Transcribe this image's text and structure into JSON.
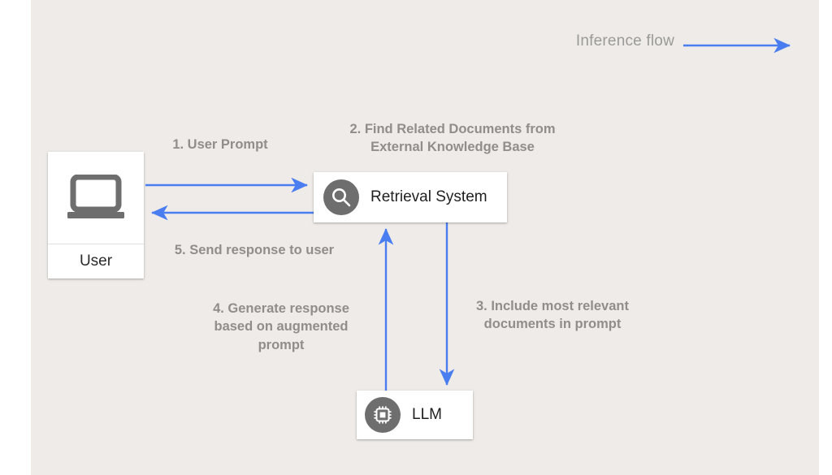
{
  "canvas": {
    "background_color": "#efebe8",
    "page_background_color": "#ffffff"
  },
  "legend": {
    "label": "Inference flow",
    "arrow_color": "#4a7ef0",
    "arrow_name": "inference-flow-arrow"
  },
  "nodes": {
    "user": {
      "label": "User",
      "icon": "laptop-icon",
      "icon_color": "#6e6e6e"
    },
    "retrieval": {
      "label": "Retrieval System",
      "icon": "search-icon",
      "icon_circle_color": "#6e6e6e"
    },
    "llm": {
      "label": "LLM",
      "icon": "chip-icon",
      "icon_circle_color": "#6e6e6e"
    }
  },
  "steps": [
    {
      "id": "step1",
      "text": "1. User Prompt",
      "from": "user",
      "to": "retrieval"
    },
    {
      "id": "step2",
      "text": "2. Find Related Documents  from\nExternal Knowledge Base",
      "from": "retrieval",
      "to": "external-knowledge-base"
    },
    {
      "id": "step3",
      "text": "3. Include most relevant\ndocuments in prompt",
      "from": "retrieval",
      "to": "llm"
    },
    {
      "id": "step4",
      "text": "4. Generate response\nbased on augmented\nprompt",
      "from": "llm",
      "to": "retrieval"
    },
    {
      "id": "step5",
      "text": "5. Send response to user",
      "from": "retrieval",
      "to": "user"
    }
  ],
  "arrows": {
    "color": "#4a7ef0",
    "items": [
      {
        "name": "arrow-user-to-retrieval",
        "direction": "right"
      },
      {
        "name": "arrow-retrieval-to-user",
        "direction": "left"
      },
      {
        "name": "arrow-llm-to-retrieval",
        "direction": "up"
      },
      {
        "name": "arrow-retrieval-to-llm",
        "direction": "down"
      }
    ]
  },
  "text_colors": {
    "step_label": "#908d8a",
    "legend_label": "#9a9a98",
    "node_title": "#1f1f1f"
  }
}
